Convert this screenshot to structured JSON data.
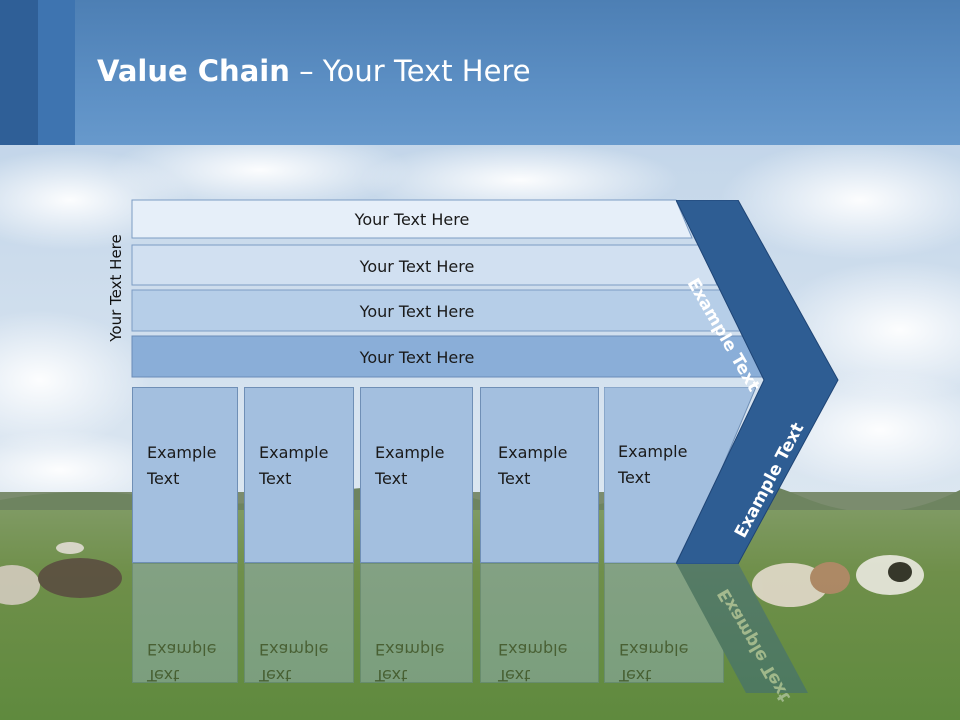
{
  "title": {
    "bold": "Value Chain",
    "rest": " – Your Text Here"
  },
  "side_label": "Your Text Here",
  "bars": [
    {
      "label": "Your Text Here",
      "color": "#e6eff9"
    },
    {
      "label": "Your Text Here",
      "color": "#d1e0f1"
    },
    {
      "label": "Your Text Here",
      "color": "#b6cee8"
    },
    {
      "label": "Your Text Here",
      "color": "#8aaed8"
    }
  ],
  "columns": [
    {
      "line1": "Example",
      "line2": "Text"
    },
    {
      "line1": "Example",
      "line2": "Text"
    },
    {
      "line1": "Example",
      "line2": "Text"
    },
    {
      "line1": "Example",
      "line2": "Text"
    },
    {
      "line1": "Example",
      "line2": "Text"
    }
  ],
  "chevron": {
    "upper_label": "Example Text",
    "lower_label": "Example Text",
    "color": "#2e5d93"
  },
  "colors": {
    "header": "#5c8fc4",
    "column_fill": "#a3bfdf"
  }
}
